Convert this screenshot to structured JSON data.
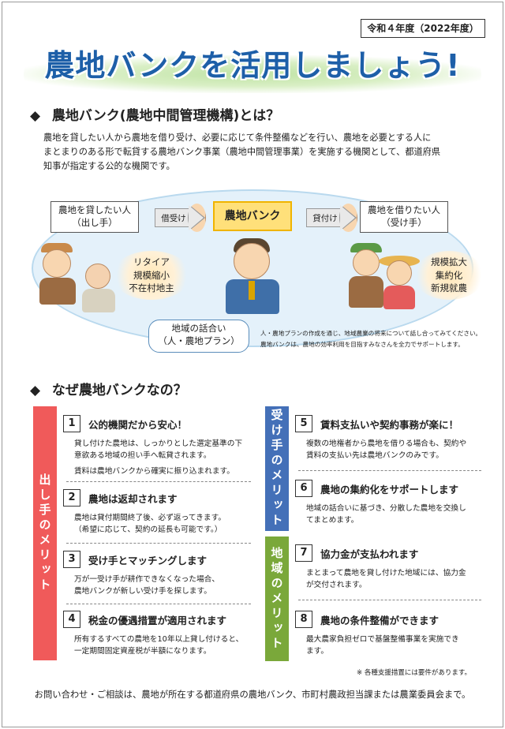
{
  "year_badge": "令和４年度（2022年度）",
  "title": "農地バンクを活用しましょう!",
  "section1": {
    "heading": "農地バンク(農地中間管理機構)とは？",
    "intro_lines": [
      "農地を貸したい人から農地を借り受け、必要に応じて条件整備などを行い、農地を必要とする人に",
      "まとまりのある形で転貸する農地バンク事業（農地中間管理事業）を実施する機関として、都道府県",
      "知事が指定する公的な機関です。"
    ]
  },
  "diagram": {
    "lender_line1": "農地を貸したい人",
    "lender_line2": "（出し手）",
    "arrow_borrow": "借受け",
    "bank": "農地バンク",
    "arrow_lend": "貸付け",
    "borrower_line1": "農地を借りたい人",
    "borrower_line2": "（受け手）",
    "lender_types": [
      "リタイア",
      "規模縮小",
      "不在村地主"
    ],
    "borrower_types": [
      "規模拡大",
      "集約化",
      "新規就農"
    ],
    "talk_line1": "地域の話合い",
    "talk_line2": "（人・農地プラン）",
    "note1": "人・農地プランの作成を通じ、地域農業の将来について話し合ってみてください。",
    "note2": "農地バンクは、農地の効率利用を目指すみなさんを全力でサポートします。"
  },
  "section2": {
    "heading": "なぜ農地バンクなの？"
  },
  "tabs": {
    "lender": "出し手のメリット",
    "borrower": "受け手のメリット",
    "region": "地域のメリット"
  },
  "colors": {
    "lender": "#f05a5a",
    "borrower": "#4470b8",
    "region": "#7aa83a",
    "title": "#1d5fa8"
  },
  "merits": [
    {
      "num": "1",
      "title": "公的機関だから安心！",
      "desc": [
        "貸し付けた農地は、しっかりとした選定基準の下",
        "意欲ある地域の担い手へ転貸されます。",
        "",
        "賃料は農地バンクから確実に振り込まれます。"
      ]
    },
    {
      "num": "2",
      "title": "農地は返却されます",
      "desc": [
        "農地は貸付期間終了後、必ず返ってきます。",
        "（希望に応じて、契約の延長も可能です。）"
      ]
    },
    {
      "num": "3",
      "title": "受け手とマッチングします",
      "desc": [
        "万が一受け手が耕作できなくなった場合、",
        "農地バンクが新しい受け手を探します。"
      ]
    },
    {
      "num": "4",
      "title": "税金の優遇措置が適用されます",
      "desc": [
        "所有するすべての農地を10年以上貸し付けると、",
        "一定期間固定資産税が半額になります。"
      ]
    },
    {
      "num": "5",
      "title": "賃料支払いや契約事務が楽に！",
      "desc": [
        "複数の地権者から農地を借りる場合も、契約や",
        "賃料の支払い先は農地バンクのみです。"
      ]
    },
    {
      "num": "6",
      "title": "農地の集約化をサポートします",
      "desc": [
        "地域の話合いに基づき、分散した農地を交換し",
        "てまとめます。"
      ]
    },
    {
      "num": "7",
      "title": "協力金が支払われます",
      "desc": [
        "まとまって農地を貸し付けた地域には、協力金",
        "が交付されます。"
      ]
    },
    {
      "num": "8",
      "title": "農地の条件整備ができます",
      "desc": [
        "最大農家負担ゼロで基盤整備事業を実施でき",
        "ます。"
      ]
    }
  ],
  "footnote": "※ 各種支援措置には要件があります。",
  "footer": "お問い合わせ・ご相談は、農地が所在する都道府県の農地バンク、市町村農政担当課または農業委員会まで。"
}
